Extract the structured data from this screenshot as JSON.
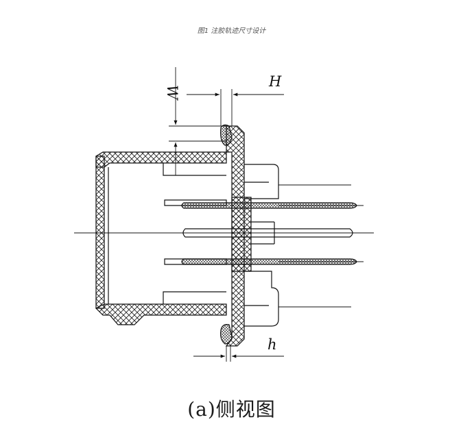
{
  "figure": {
    "caption_top": "图1 注胶轨迹尺寸设计",
    "caption_bottom": "(a)侧视图",
    "dimensions": {
      "W": "W",
      "H": "H",
      "h": "h"
    }
  },
  "colors": {
    "line": "#111111",
    "hatch": "#222222",
    "caption_top": "#555555"
  }
}
